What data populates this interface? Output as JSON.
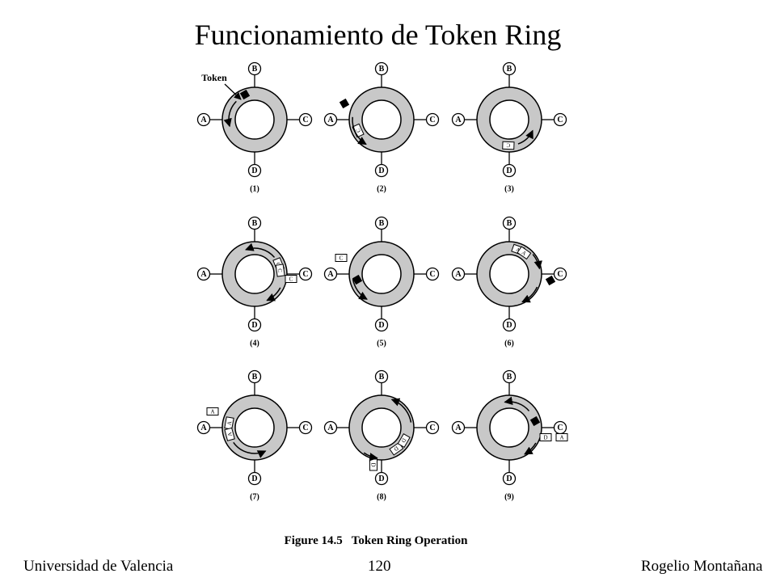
{
  "slide": {
    "title": "Funcionamiento  de Token Ring",
    "footer_left": "Universidad de Valencia",
    "footer_center": "120",
    "footer_right": "Rogelio Montañana"
  },
  "figure": {
    "caption": "Figure 14.5   Token Ring Operation",
    "token_label": "Token",
    "station_labels": [
      "A",
      "B",
      "C",
      "D"
    ],
    "panel_labels": [
      "(1)",
      "(2)",
      "(3)",
      "(4)",
      "(5)",
      "(6)",
      "(7)",
      "(8)",
      "(9)"
    ],
    "frame_letters": {
      "c": "C",
      "a": "A",
      "d": "D"
    }
  },
  "colors": {
    "ring_fill": "#c8c8c8",
    "stroke": "#000000",
    "background": "#ffffff"
  }
}
